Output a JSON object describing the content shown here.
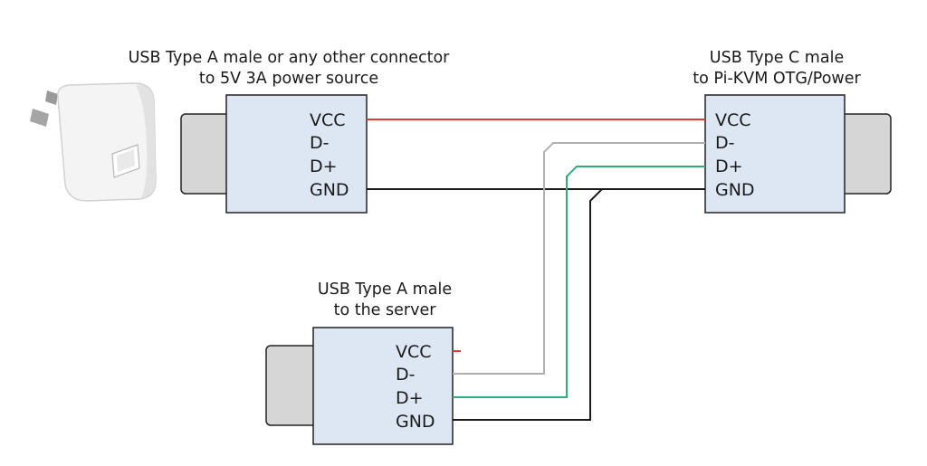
{
  "power_connector": {
    "title_line1": "USB Type A male or any other connector",
    "title_line2": "to 5V 3A power source",
    "pins": [
      "VCC",
      "D-",
      "D+",
      "GND"
    ],
    "icon": "power-adapter-icon"
  },
  "pikvm_connector": {
    "title_line1": "USB Type C male",
    "title_line2": "to Pi-KVM OTG/Power",
    "pins": [
      "VCC",
      "D-",
      "D+",
      "GND"
    ]
  },
  "server_connector": {
    "title_line1": "USB Type A male",
    "title_line2": "to the server",
    "pins": [
      "VCC",
      "D-",
      "D+",
      "GND"
    ]
  },
  "wire_colors": {
    "vcc": "#e53935",
    "d_minus": "#b0b0b0",
    "d_plus": "#2fae7a",
    "gnd": "#1a1a1a"
  },
  "box_fill": "#dde6f3"
}
